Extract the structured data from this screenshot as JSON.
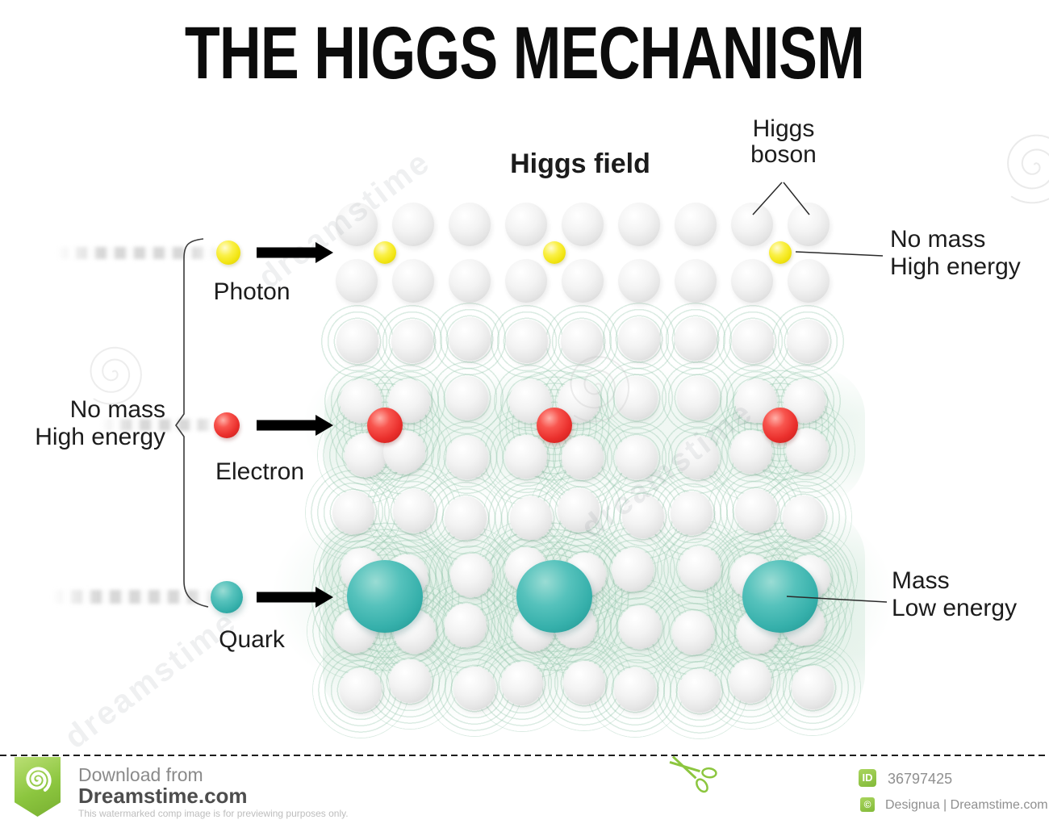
{
  "title": "THE HIGGS MECHANISM",
  "diagram": {
    "field_label": "Higgs field",
    "boson_label": {
      "line1": "Higgs",
      "line2": "boson"
    },
    "left_label": {
      "line1": "No mass",
      "line2": "High energy"
    },
    "photon_pointer_label": {
      "line1": "No mass",
      "line2": "High energy"
    },
    "quark_pointer_label": {
      "line1": "Mass",
      "line2": "Low energy"
    },
    "particles": [
      {
        "name": "Photon",
        "color": "#f2e512"
      },
      {
        "name": "Electron",
        "color": "#ea2f2c"
      },
      {
        "name": "Quark",
        "color": "#36b0ab"
      }
    ],
    "field_sphere_color": "#e9e9e9",
    "ripple_color": "#8fc3a8",
    "tint_color": "#ddeee4"
  },
  "footer": {
    "download_from": "Download from",
    "brand": "Dreamstime.com",
    "disclaimer": "This watermarked comp image is for previewing purposes only.",
    "id_label": "ID",
    "image_id": "36797425",
    "copyright_mark": "©",
    "credit": "Designua | Dreamstime.com",
    "accent_green": "#8cc63f"
  },
  "watermark": {
    "text": "dreamstime"
  }
}
